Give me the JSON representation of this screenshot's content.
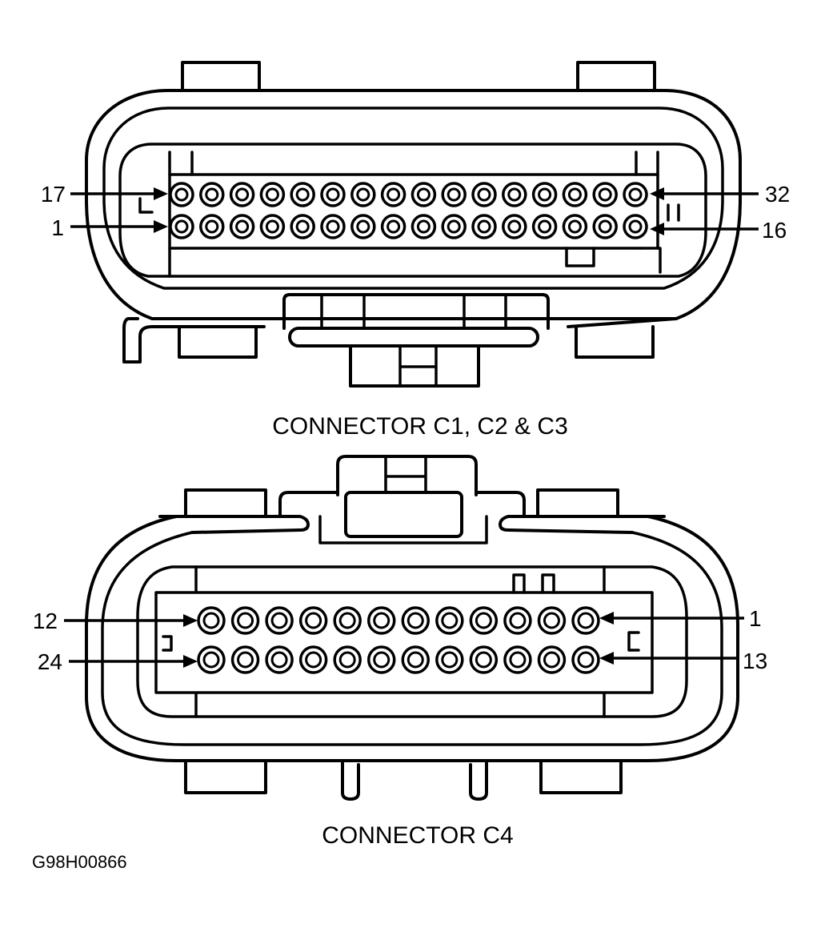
{
  "connectors": [
    {
      "caption": "CONNECTOR C1, C2 & C3",
      "pin_rows": [
        16,
        16
      ],
      "labels": {
        "top_left": "17",
        "bottom_left": "1",
        "top_right": "32",
        "bottom_right": "16"
      }
    },
    {
      "caption": "CONNECTOR C4",
      "pin_rows": [
        12,
        12
      ],
      "labels": {
        "top_left": "12",
        "bottom_left": "24",
        "top_right": "1",
        "bottom_right": "13"
      }
    }
  ],
  "figure_id": "G98H00866",
  "colors": {
    "line": "#000000",
    "background": "#ffffff"
  }
}
